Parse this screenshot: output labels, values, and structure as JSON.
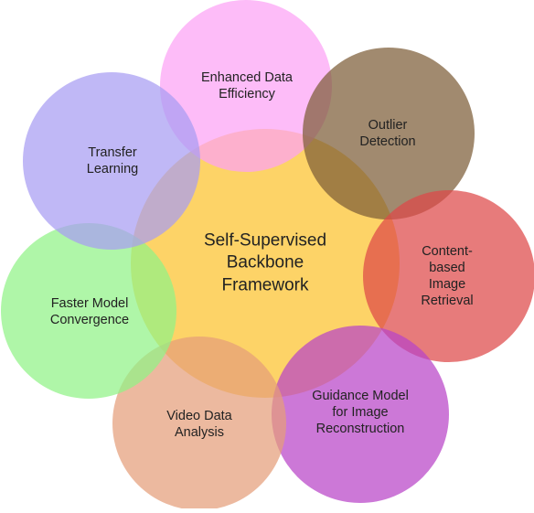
{
  "diagram": {
    "center": {
      "label": "Self-Supervised\nBackbone\nFramework",
      "color": "#fdc841"
    },
    "petals": [
      {
        "id": "enhanced-data-efficiency",
        "label": "Enhanced Data\nEfficiency",
        "color": "#fca2f5"
      },
      {
        "id": "outlier-detection",
        "label": "Outlier\nDetection",
        "color": "#7d5d37"
      },
      {
        "id": "content-based-image-retrieval",
        "label": "Content-based\nImage Retrieval",
        "color": "#de4848"
      },
      {
        "id": "guidance-model",
        "label": "Guidance Model\nfor Image\nReconstruction",
        "color": "#b844c8"
      },
      {
        "id": "video-data-analysis",
        "label": "Video Data\nAnalysis",
        "color": "#e49e7a"
      },
      {
        "id": "faster-model-convergence",
        "label": "Faster Model\nConvergence",
        "color": "#90f286"
      },
      {
        "id": "transfer-learning",
        "label": "Transfer\nLearning",
        "color": "#a89cf2"
      }
    ]
  }
}
